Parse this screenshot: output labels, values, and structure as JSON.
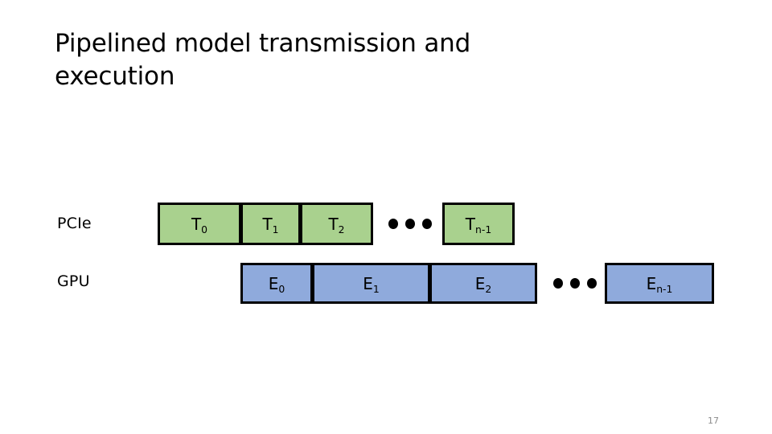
{
  "slide": {
    "title": "Pipelined model transmission and execution",
    "page_number": "17",
    "colors": {
      "transmission_box_fill": "#A9D18E",
      "execution_box_fill": "#8FAADC",
      "box_border": "#000000",
      "text": "#000000",
      "page_number_text": "#8c8c8c",
      "background": "#ffffff"
    }
  },
  "diagram": {
    "rows": [
      {
        "label": "PCIe",
        "kind": "transmission",
        "boxes": [
          {
            "base": "T",
            "sub": "0"
          },
          {
            "base": "T",
            "sub": "1"
          },
          {
            "base": "T",
            "sub": "2"
          },
          {
            "base": "T",
            "sub": "n-1"
          }
        ],
        "ellipsis_after_index": 2,
        "ellipsis_dots": 3
      },
      {
        "label": "GPU",
        "kind": "execution",
        "boxes": [
          {
            "base": "E",
            "sub": "0"
          },
          {
            "base": "E",
            "sub": "1"
          },
          {
            "base": "E",
            "sub": "2"
          },
          {
            "base": "E",
            "sub": "n-1"
          }
        ],
        "ellipsis_after_index": 2,
        "ellipsis_dots": 3
      }
    ]
  }
}
